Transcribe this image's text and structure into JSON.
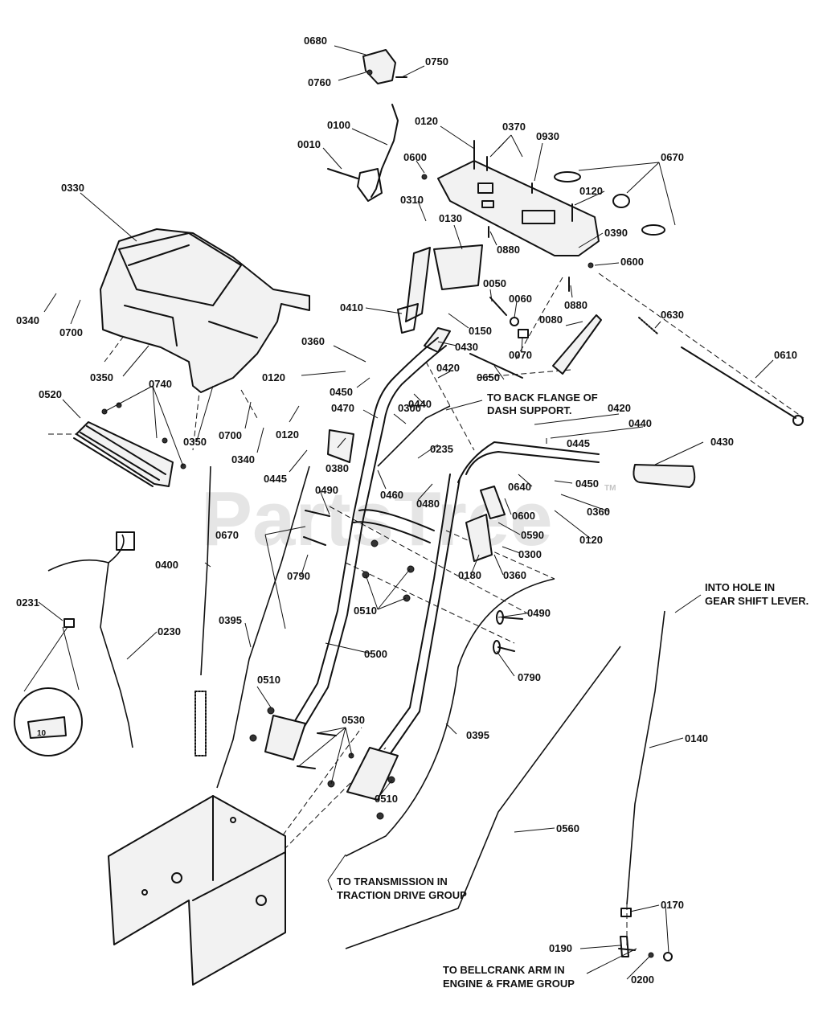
{
  "watermark": "PartsTree",
  "watermark_mark": "TM",
  "callouts": {
    "c0680": "0680",
    "c0750": "0750",
    "c0760": "0760",
    "c0100": "0100",
    "c0010": "0010",
    "c0120a": "0120",
    "c0370": "0370",
    "c0930": "0930",
    "c0600a": "0600",
    "c0670a": "0670",
    "c0330": "0330",
    "c0120b": "0120",
    "c0310": "0310",
    "c0130": "0130",
    "c0880a": "0880",
    "c0390": "0390",
    "c0600b": "0600",
    "c0880b": "0880",
    "c0050": "0050",
    "c0060": "0060",
    "c0410": "0410",
    "c0150": "0150",
    "c0630": "0630",
    "c0340a": "0340",
    "c0700a": "0700",
    "c0080": "0080",
    "c0070": "0070",
    "c0430a": "0430",
    "c0610": "0610",
    "c0360a": "0360",
    "c0350a": "0350",
    "c0120c": "0120",
    "c0420a": "0420",
    "c0650": "0650",
    "c0740": "0740",
    "c0450a": "0450",
    "c0440a": "0440",
    "c0520": "0520",
    "c0470": "0470",
    "c0300a": "0300",
    "c0420b": "0420",
    "c0440b": "0440",
    "c0350b": "0350",
    "c0700b": "0700",
    "c0120d": "0120",
    "c0235": "0235",
    "c0445a": "0445",
    "c0430b": "0430",
    "c0340b": "0340",
    "c0380": "0380",
    "c0445b": "0445",
    "c0490a": "0490",
    "c0460": "0460",
    "c0480": "0480",
    "c0450b": "0450",
    "c0640": "0640",
    "c0360b": "0360",
    "c0600c": "0600",
    "c0670b": "0670",
    "c0590": "0590",
    "c0120e": "0120",
    "c0300b": "0300",
    "c0400": "0400",
    "c0790a": "0790",
    "c0180": "0180",
    "c0360c": "0360",
    "c0231": "0231",
    "c0510a": "0510",
    "c0395a": "0395",
    "c0490b": "0490",
    "c0230": "0230",
    "c0500": "0500",
    "c0790b": "0790",
    "c0510b": "0510",
    "c0530": "0530",
    "c0140": "0140",
    "c0395b": "0395",
    "c0510c": "0510",
    "c0560": "0560",
    "c0170": "0170",
    "c0190": "0190",
    "c0200": "0200"
  },
  "notes": {
    "back_flange_1": "TO BACK FLANGE OF",
    "back_flange_2": "DASH SUPPORT.",
    "gear_shift_1": "INTO HOLE IN",
    "gear_shift_2": "GEAR SHIFT LEVER.",
    "transmission_1": "TO TRANSMISSION IN",
    "transmission_2": "TRACTION DRIVE GROUP",
    "bellcrank_1": "TO BELLCRANK ARM IN",
    "bellcrank_2": "ENGINE & FRAME GROUP"
  },
  "fuse_label": "10"
}
